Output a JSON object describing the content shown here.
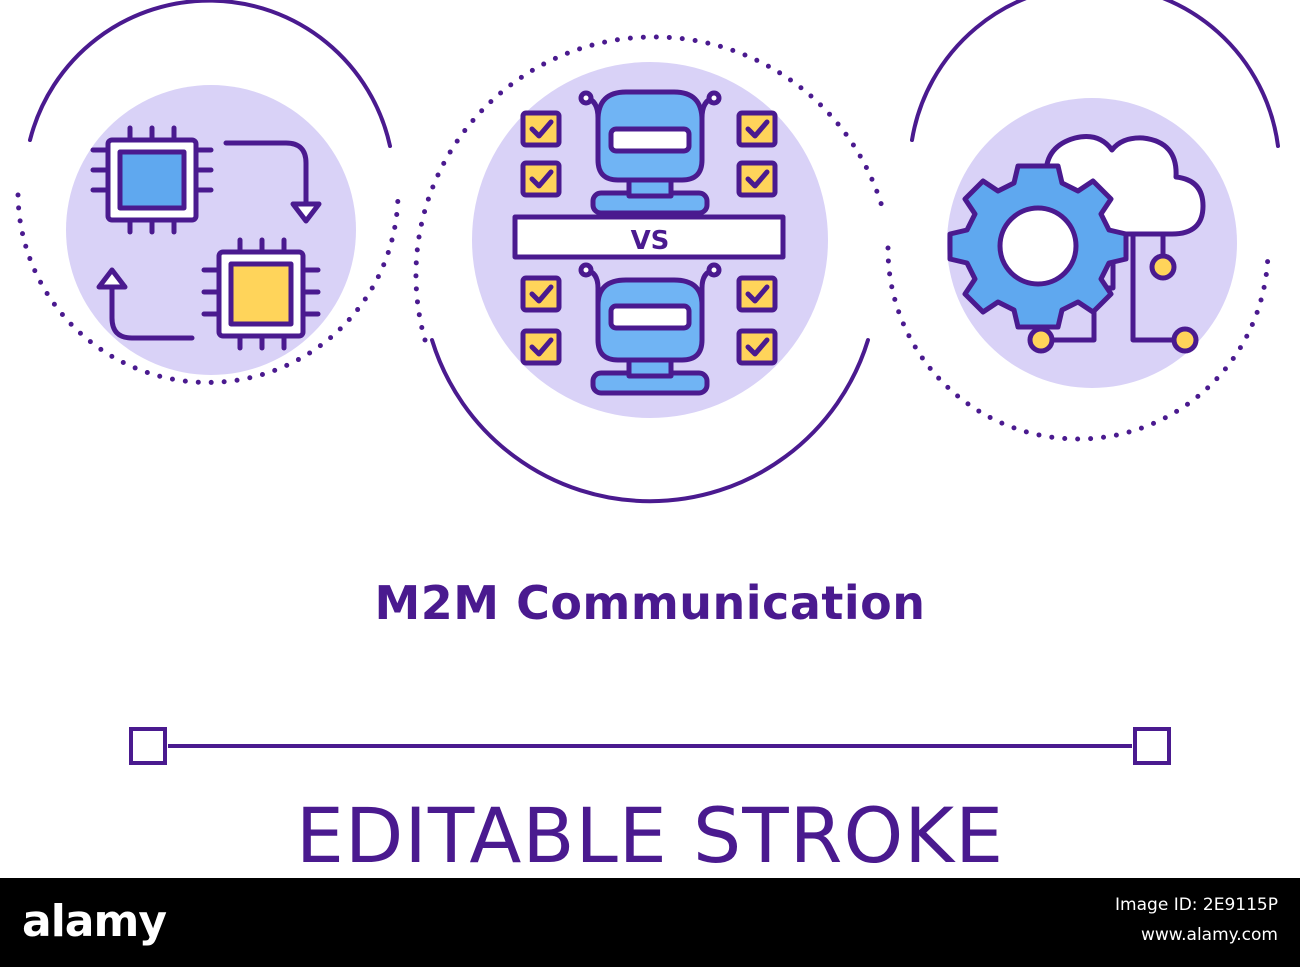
{
  "title": "M2M Communication",
  "subtitle": "EDITABLE STROKE",
  "vs_label": "VS",
  "footer": {
    "brand": "alamy",
    "image_id_label": "Image ID: 2E9115P",
    "site": "www.alamy.com"
  },
  "colors": {
    "stroke": "#4a1a8f",
    "circle_fill": "#d9d2f7",
    "chip_blue": "#5fa8ef",
    "chip_yellow": "#ffd45a",
    "robot_blue": "#70b4f4",
    "check_yellow": "#ffd45a",
    "gear_blue": "#5fa8ef",
    "node_yellow": "#ffd45a",
    "footer_bg": "#000000"
  },
  "icons": [
    {
      "name": "chips-exchange-icon",
      "label": ""
    },
    {
      "name": "robot-vs-robot-icon",
      "label": "VS"
    },
    {
      "name": "gear-cloud-network-icon",
      "label": ""
    }
  ]
}
